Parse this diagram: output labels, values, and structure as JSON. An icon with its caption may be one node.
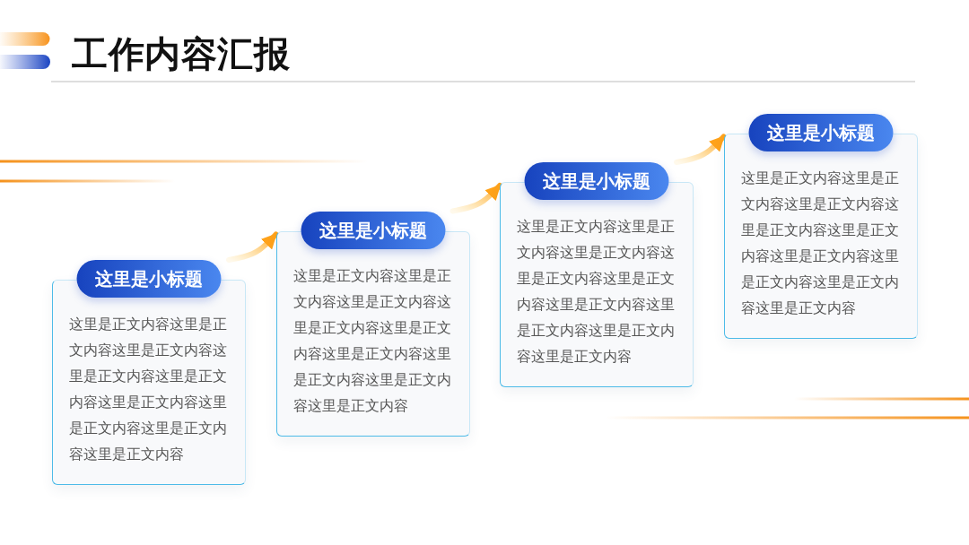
{
  "diagram": {
    "title": "工作内容汇报",
    "nodes": [
      {
        "text": [
          "这里是小标题",
          "这里是正文内容这里是正文内容这里是正文内容这里是正文内容这里是正文内容这里是正文内容这里是正文内容这里是正文内容这里是正文内容"
        ]
      },
      {
        "text": [
          "这里是小标题",
          "这里是正文内容这里是正文内容这里是正文内容这里是正文内容这里是正文内容这里是正文内容这里是正文内容这里是正文内容这里是正文内容"
        ]
      },
      {
        "text": [
          "这里是小标题",
          "这里是正文内容这里是正文内容这里是正文内容这里是正文内容这里是正文内容这里是正文内容这里是正文内容这里是正文内容这里是正文内容"
        ]
      },
      {
        "text": [
          "这里是小标题",
          "这里是正文内容这里是正文内容这里是正文内容这里是正文内容这里是正文内容这里是正文内容这里是正文内容这里是正文内容这里是正文内容"
        ]
      }
    ],
    "edges": [
      {
        "from": 0,
        "to": 1,
        "arrow": "to"
      },
      {
        "from": 1,
        "to": 2,
        "arrow": "to"
      },
      {
        "from": 2,
        "to": 3,
        "arrow": "to"
      }
    ]
  }
}
